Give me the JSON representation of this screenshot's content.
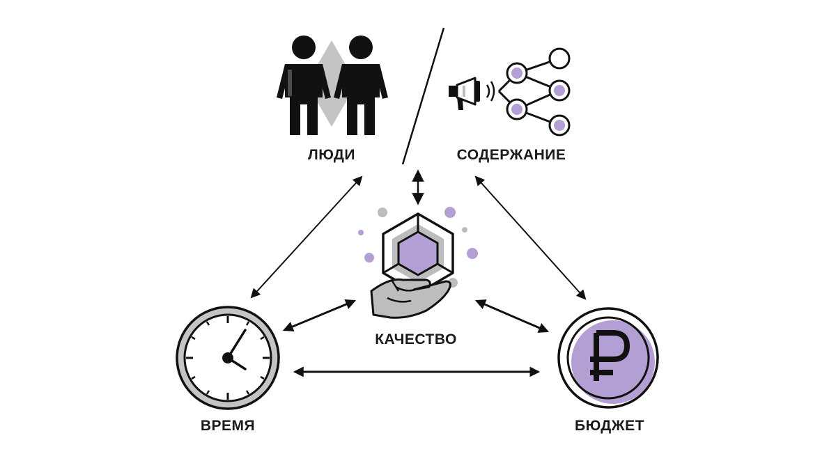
{
  "labels": {
    "people": "ЛЮДИ",
    "content": "СОДЕРЖАНИЕ",
    "quality": "КАЧЕСТВО",
    "time": "ВРЕМЯ",
    "budget": "БЮДЖЕТ"
  },
  "colors": {
    "ink": "#111111",
    "accent": "#b49fd4",
    "gray": "#bdbdbd",
    "dark_gray": "#8c8c8c"
  },
  "icons": {
    "people": "people-icon",
    "content": "megaphone-network-icon",
    "quality": "hand-holding-hexagon-icon",
    "time": "clock-icon",
    "budget": "ruble-coin-icon"
  }
}
